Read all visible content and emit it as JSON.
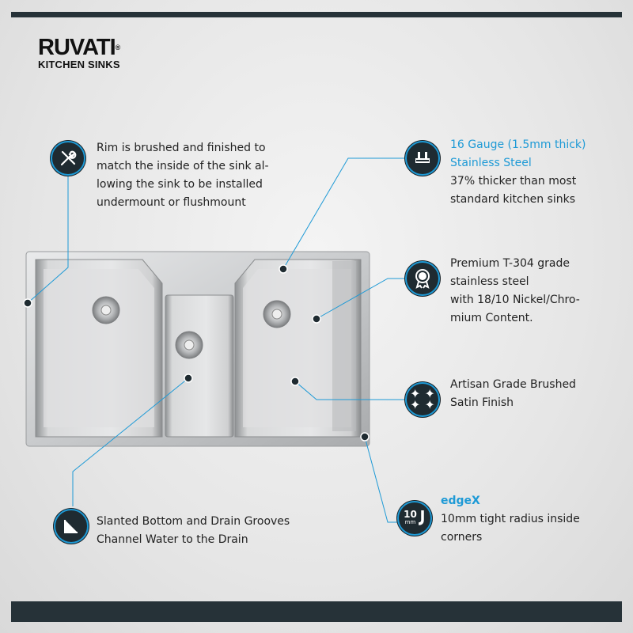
{
  "brand": {
    "name": "RUVATI",
    "subtitle": "KITCHEN SINKS",
    "registered": "®"
  },
  "features": [
    {
      "id": "rim",
      "icon": "tools-icon",
      "lines": [
        "Rim is brushed and finished to",
        "match the inside of the sink al-",
        "lowing the sink to be installed",
        "undermount or flushmount"
      ]
    },
    {
      "id": "gauge",
      "icon": "gauge-ruler-icon",
      "title": [
        "16 Gauge (1.5mm thick)",
        "Stainless Steel"
      ],
      "lines": [
        "37% thicker than most",
        "standard kitchen sinks"
      ]
    },
    {
      "id": "grade",
      "icon": "award-ribbon-icon",
      "lines": [
        "Premium T-304 grade",
        "stainless steel",
        "with 18/10 Nickel/Chro-",
        "mium Content."
      ]
    },
    {
      "id": "finish",
      "icon": "sparkle-icon",
      "lines": [
        "Artisan Grade Brushed",
        "Satin Finish"
      ]
    },
    {
      "id": "edgex",
      "icon": "radius-corner-icon",
      "icon_text": [
        "10",
        "mm"
      ],
      "title": [
        "edgeX"
      ],
      "lines": [
        "10mm tight radius inside",
        "corners"
      ]
    },
    {
      "id": "slanted",
      "icon": "slanted-bottom-icon",
      "lines": [
        "Slanted Bottom and Drain Grooves",
        "Channel Water to the Drain"
      ]
    }
  ],
  "colors": {
    "accent": "#1e9ad6",
    "dark": "#1f2b31"
  }
}
